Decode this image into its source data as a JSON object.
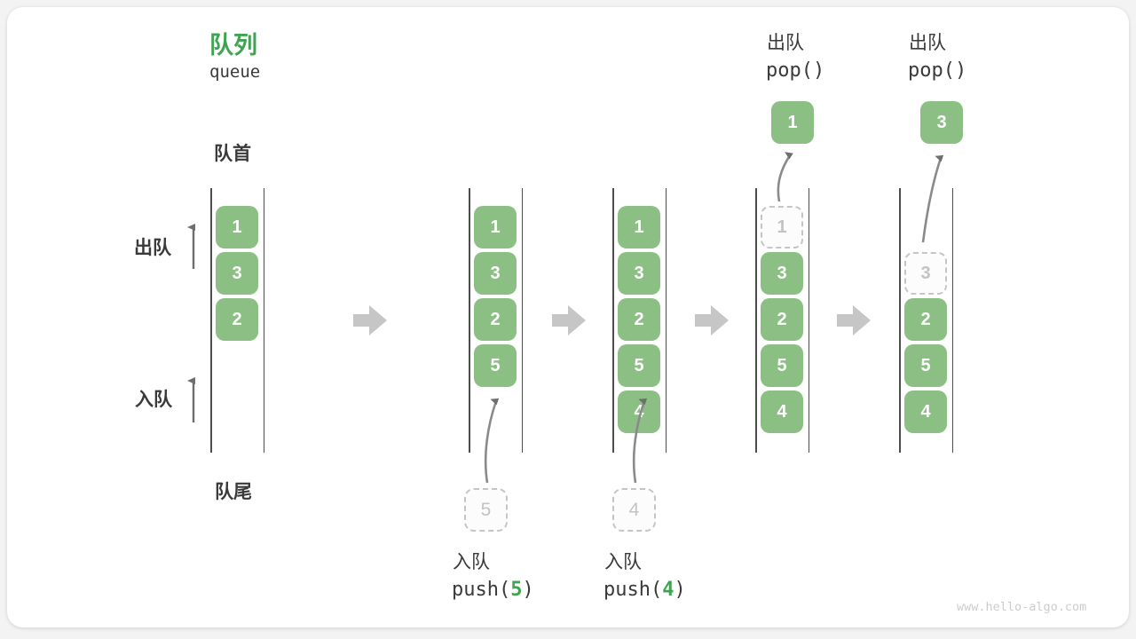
{
  "title": {
    "zh": "队列",
    "en": "queue"
  },
  "labels": {
    "front": "队首",
    "rear": "队尾",
    "dequeue_side": "出队",
    "enqueue_side": "入队"
  },
  "colors": {
    "accent_green": "#3fa351",
    "box_green": "#8cbf84",
    "wall_dark": "#4d4d4d",
    "muted_gray": "#c5c5c5",
    "arrow_gray": "#8a8a8a",
    "text_dark": "#3a3a3a"
  },
  "queues": [
    {
      "name": "state-initial",
      "slots": [
        {
          "slot": 1,
          "value": "1",
          "style": "solid"
        },
        {
          "slot": 2,
          "value": "3",
          "style": "solid"
        },
        {
          "slot": 3,
          "value": "2",
          "style": "solid"
        }
      ]
    },
    {
      "name": "state-after-push-5",
      "slots": [
        {
          "slot": 1,
          "value": "1",
          "style": "solid"
        },
        {
          "slot": 2,
          "value": "3",
          "style": "solid"
        },
        {
          "slot": 3,
          "value": "2",
          "style": "solid"
        },
        {
          "slot": 4,
          "value": "5",
          "style": "solid"
        }
      ]
    },
    {
      "name": "state-after-push-4",
      "slots": [
        {
          "slot": 1,
          "value": "1",
          "style": "solid"
        },
        {
          "slot": 2,
          "value": "3",
          "style": "solid"
        },
        {
          "slot": 3,
          "value": "2",
          "style": "solid"
        },
        {
          "slot": 4,
          "value": "5",
          "style": "solid"
        },
        {
          "slot": 5,
          "value": "4",
          "style": "solid"
        }
      ]
    },
    {
      "name": "state-after-pop-1",
      "slots": [
        {
          "slot": 1,
          "value": "1",
          "style": "dashed"
        },
        {
          "slot": 2,
          "value": "3",
          "style": "solid"
        },
        {
          "slot": 3,
          "value": "2",
          "style": "solid"
        },
        {
          "slot": 4,
          "value": "5",
          "style": "solid"
        },
        {
          "slot": 5,
          "value": "4",
          "style": "solid"
        }
      ]
    },
    {
      "name": "state-after-pop-3",
      "slots": [
        {
          "slot": 2,
          "value": "3",
          "style": "dashed"
        },
        {
          "slot": 3,
          "value": "2",
          "style": "solid"
        },
        {
          "slot": 4,
          "value": "5",
          "style": "solid"
        },
        {
          "slot": 5,
          "value": "4",
          "style": "solid"
        }
      ]
    }
  ],
  "operations": {
    "push_5": {
      "label": "入队",
      "code_pre": "push(",
      "arg": "5",
      "code_post": ")",
      "staged_value": "5"
    },
    "push_4": {
      "label": "入队",
      "code_pre": "push(",
      "arg": "4",
      "code_post": ")",
      "staged_value": "4"
    },
    "pop_1": {
      "label": "出队",
      "code": "pop()",
      "popped_value": "1"
    },
    "pop_3": {
      "label": "出队",
      "code": "pop()",
      "popped_value": "3"
    }
  },
  "watermark": "www.hello-algo.com"
}
